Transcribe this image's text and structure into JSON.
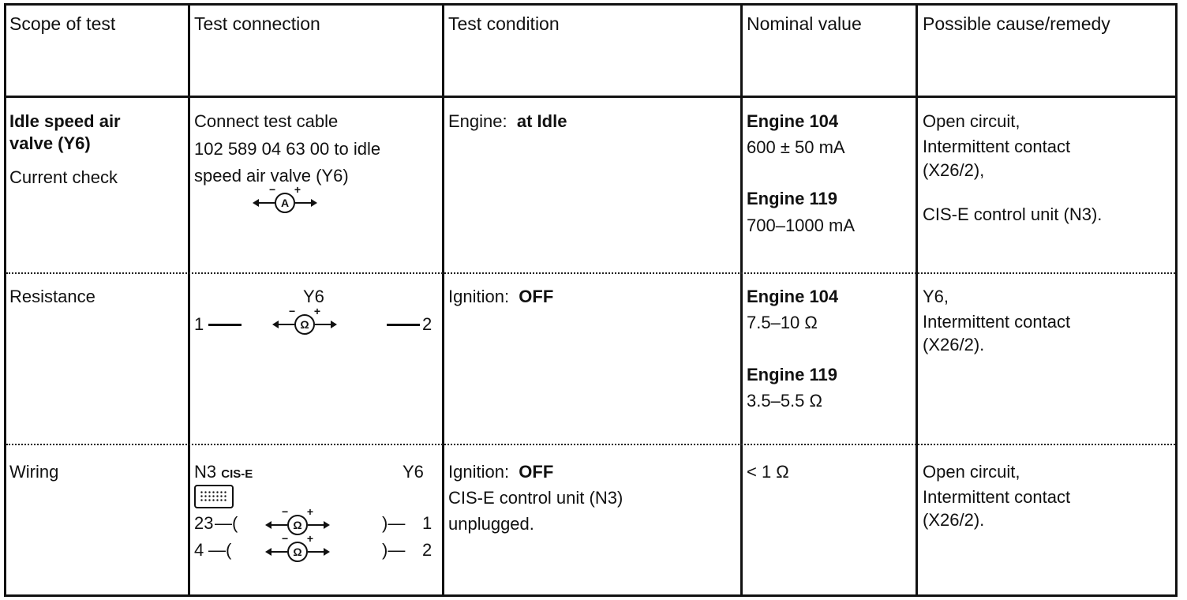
{
  "table": {
    "headers": {
      "scope": "Scope of test",
      "connection": "Test connection",
      "condition": "Test condition",
      "nominal": "Nominal value",
      "cause": "Possible cause/remedy"
    },
    "rows": [
      {
        "scope_title_1": "Idle speed air",
        "scope_title_2": "valve (Y6)",
        "scope_sub": "Current check",
        "connection_lines": [
          "Connect test cable",
          "102 589 04 63 00 to idle",
          "speed air valve (Y6)"
        ],
        "meter_symbol": "A",
        "condition_label": "Engine:",
        "condition_value": "at Idle",
        "nominal": [
          {
            "engine": "Engine 104",
            "value": "600 ± 50 mA"
          },
          {
            "engine": "Engine 119",
            "value": "700–1000 mA"
          }
        ],
        "cause_lines": [
          "Open circuit,",
          "Intermittent contact",
          "(X26/2),",
          "CIS-E control unit (N3)."
        ]
      },
      {
        "scope": "Resistance",
        "component": "Y6",
        "pin_left": "1",
        "pin_right": "2",
        "meter_symbol": "Ω",
        "condition_label": "Ignition:",
        "condition_value": "OFF",
        "nominal": [
          {
            "engine": "Engine 104",
            "value": "7.5–10 Ω"
          },
          {
            "engine": "Engine 119",
            "value": "3.5–5.5 Ω"
          }
        ],
        "cause_lines": [
          "Y6,",
          "Intermittent contact",
          "(X26/2)."
        ]
      },
      {
        "scope": "Wiring",
        "unit_left": "N3",
        "unit_left_small": "CIS-E",
        "unit_right": "Y6",
        "pairs": [
          {
            "left": "23",
            "right": "1"
          },
          {
            "left": "4",
            "right": "2"
          }
        ],
        "meter_symbol": "Ω",
        "condition_label": "Ignition:",
        "condition_value": "OFF",
        "condition_lines": [
          "CIS-E control unit (N3)",
          "unplugged."
        ],
        "nominal": "< 1 Ω",
        "cause_lines": [
          "Open circuit,",
          "Intermittent contact",
          "(X26/2)."
        ]
      }
    ]
  }
}
